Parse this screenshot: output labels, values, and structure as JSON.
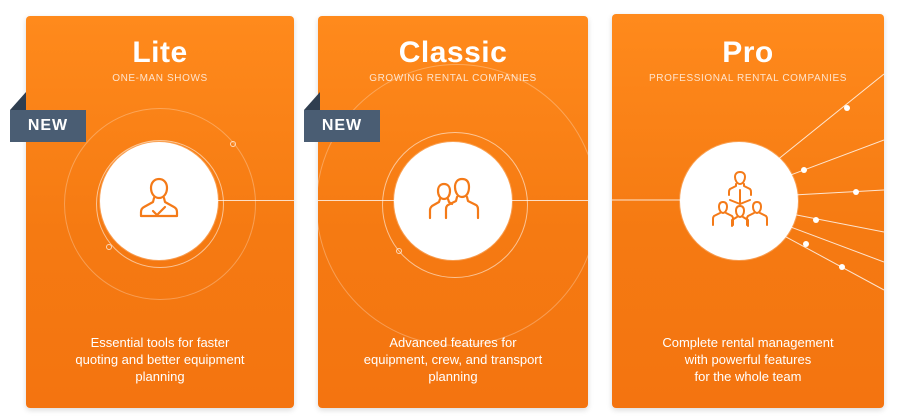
{
  "plans": [
    {
      "id": "lite",
      "name": "Lite",
      "subtitle": "ONE-MAN SHOWS",
      "badge": "NEW",
      "icon": "user-check-icon",
      "description": [
        "Essential tools for faster",
        "quoting and better equipment",
        "planning"
      ]
    },
    {
      "id": "classic",
      "name": "Classic",
      "subtitle": "GROWING RENTAL COMPANIES",
      "badge": "NEW",
      "icon": "user-group-icon",
      "description": [
        "Advanced features for",
        "equipment, crew, and transport",
        "planning"
      ]
    },
    {
      "id": "pro",
      "name": "Pro",
      "subtitle": "PROFESSIONAL RENTAL COMPANIES",
      "icon": "team-hierarchy-icon",
      "description": [
        "Complete rental management",
        "with powerful features",
        "for the whole team"
      ]
    }
  ],
  "colors": {
    "card_orange": "#f57a12",
    "icon_orange": "#f47a18",
    "badge_slate": "#4a5d73",
    "text_white": "#ffffff"
  }
}
